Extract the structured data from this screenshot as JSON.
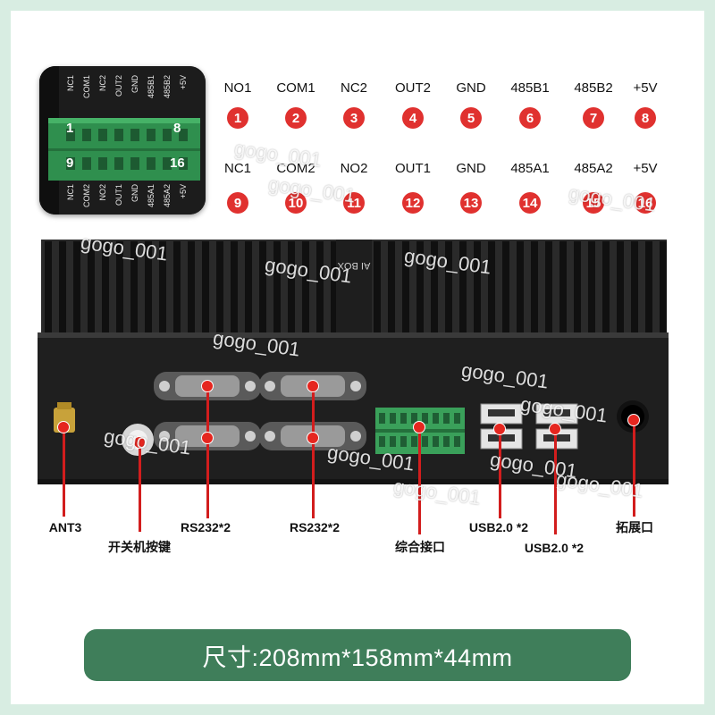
{
  "inset": {
    "top_labels": [
      "NC1",
      "COM1",
      "NC2",
      "OUT2",
      "GND",
      "485B1",
      "485B2",
      "+5V"
    ],
    "bottom_labels": [
      "NC1",
      "COM2",
      "NO2",
      "OUT1",
      "GND",
      "485A1",
      "485A2",
      "+5V"
    ],
    "pin_first_top": "1",
    "pin_last_top": "8",
    "pin_first_bottom": "9",
    "pin_last_bottom": "16"
  },
  "pin_row_1": [
    {
      "name": "NO1",
      "number": "1"
    },
    {
      "name": "COM1",
      "number": "2"
    },
    {
      "name": "NC2",
      "number": "3"
    },
    {
      "name": "OUT2",
      "number": "4"
    },
    {
      "name": "GND",
      "number": "5"
    },
    {
      "name": "485B1",
      "number": "6"
    },
    {
      "name": "485B2",
      "number": "7"
    },
    {
      "name": "+5V",
      "number": "8"
    }
  ],
  "pin_row_2": [
    {
      "name": "NC1",
      "number": "9"
    },
    {
      "name": "COM2",
      "number": "10"
    },
    {
      "name": "NO2",
      "number": "11"
    },
    {
      "name": "OUT1",
      "number": "12"
    },
    {
      "name": "GND",
      "number": "13"
    },
    {
      "name": "485A1",
      "number": "14"
    },
    {
      "name": "485A2",
      "number": "15"
    },
    {
      "name": "+5V",
      "number": "16"
    }
  ],
  "device": {
    "top_logo": "AI BOX"
  },
  "ports": {
    "ant": "ANT3",
    "power": "开关机按键",
    "rs232_a": "RS232*2",
    "rs232_b": "RS232*2",
    "combo": "综合接口",
    "usb_a": "USB2.0 *2",
    "usb_b": "USB2.0 *2",
    "expansion": "拓展口"
  },
  "dimensions": "尺寸:208mm*158mm*44mm",
  "watermark": "gogo_001",
  "colors": {
    "frame": "#d8ede2",
    "badge": "#e0312f",
    "pointer": "#d21d1d",
    "dim_bar": "#3f7e5a",
    "terminal_green": "#3aa05a"
  }
}
